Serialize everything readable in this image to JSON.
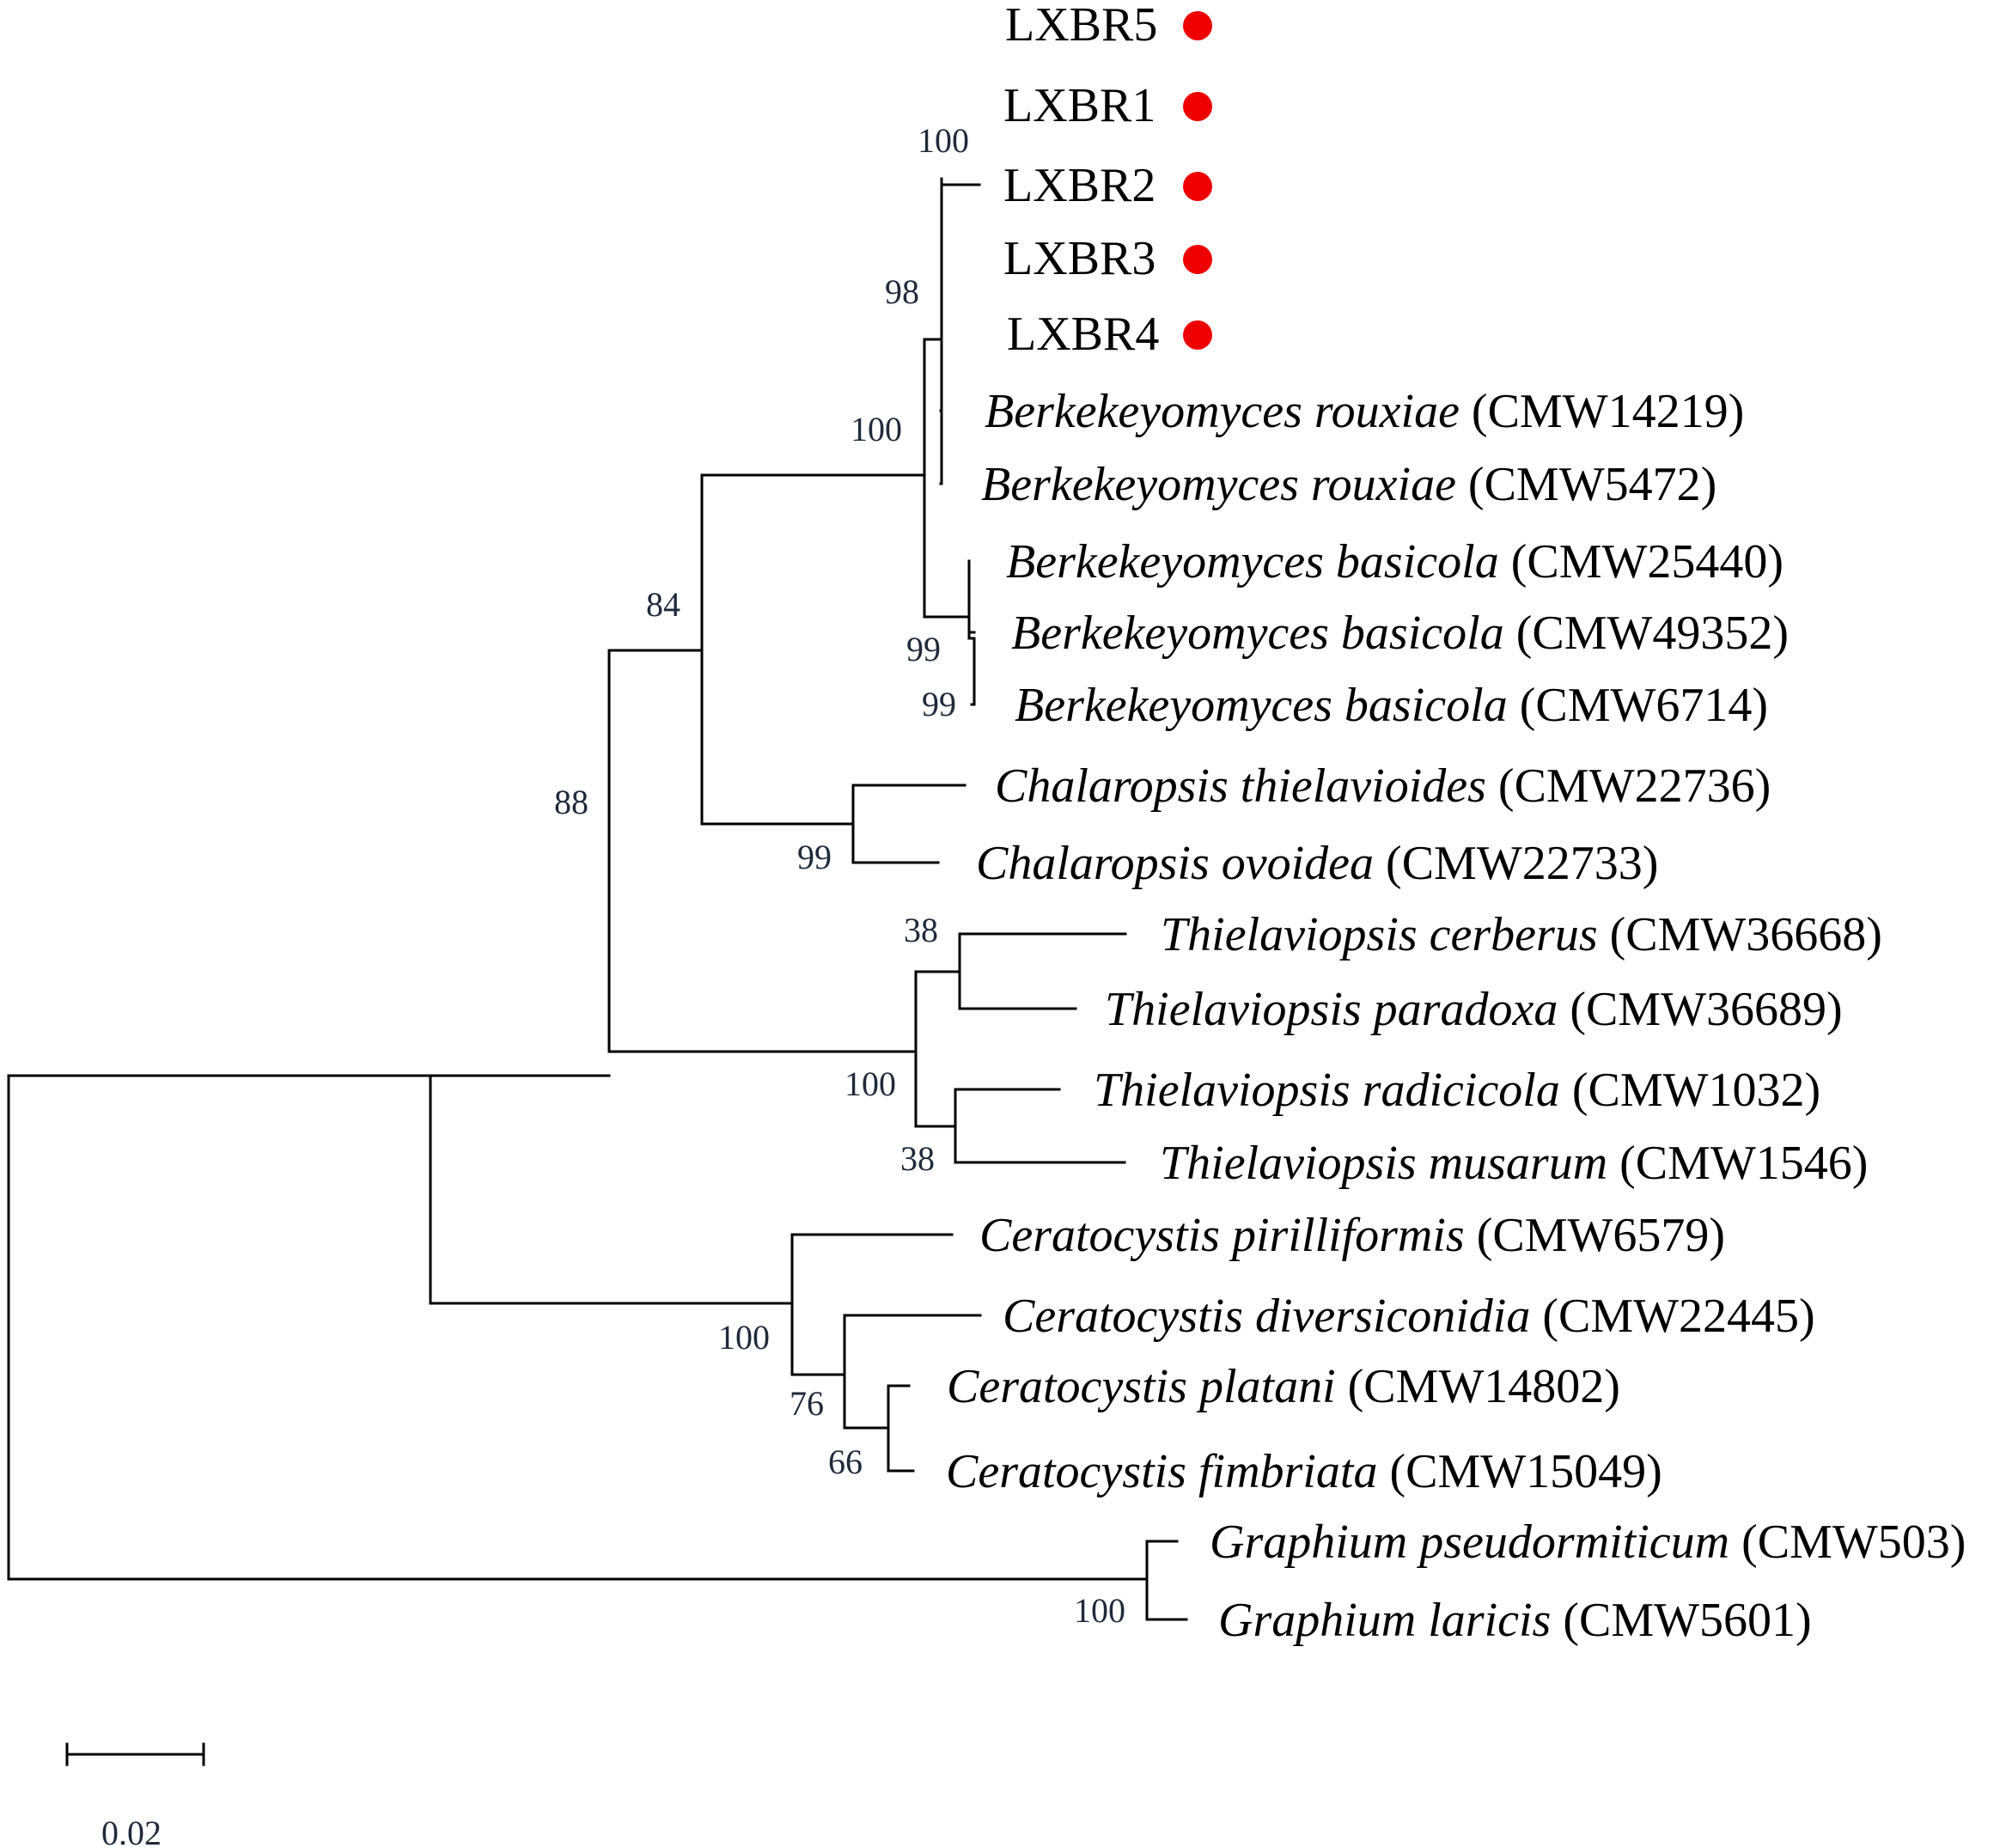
{
  "marker_color": "#ee0000",
  "line_color": "#000000",
  "tree": {
    "taxa": [
      {
        "id": "t1",
        "genus_species": "",
        "code": "LXBR5",
        "marked": true
      },
      {
        "id": "t2",
        "genus_species": "",
        "code": "LXBR1",
        "marked": true
      },
      {
        "id": "t3",
        "genus_species": "",
        "code": "LXBR2",
        "marked": true
      },
      {
        "id": "t4",
        "genus_species": "",
        "code": "LXBR3",
        "marked": true
      },
      {
        "id": "t5",
        "genus_species": "",
        "code": "LXBR4",
        "marked": true
      },
      {
        "id": "t6",
        "genus_species": "Berkekeyomyces rouxiae",
        "code": "(CMW14219)",
        "marked": false
      },
      {
        "id": "t7",
        "genus_species": "Berkekeyomyces rouxiae",
        "code": "(CMW5472)",
        "marked": false
      },
      {
        "id": "t8",
        "genus_species": "Berkekeyomyces basicola",
        "code": "(CMW25440)",
        "marked": false
      },
      {
        "id": "t9",
        "genus_species": "Berkekeyomyces basicola",
        "code": "(CMW49352)",
        "marked": false
      },
      {
        "id": "t10",
        "genus_species": "Berkekeyomyces basicola",
        "code": "(CMW6714)",
        "marked": false
      },
      {
        "id": "t11",
        "genus_species": "Chalaropsis thielavioides",
        "code": "(CMW22736)",
        "marked": false
      },
      {
        "id": "t12",
        "genus_species": "Chalaropsis ovoidea",
        "code": "(CMW22733)",
        "marked": false
      },
      {
        "id": "t13",
        "genus_species": "Thielaviopsis cerberus",
        "code": "(CMW36668)",
        "marked": false
      },
      {
        "id": "t14",
        "genus_species": "Thielaviopsis paradoxa",
        "code": "(CMW36689)",
        "marked": false
      },
      {
        "id": "t15",
        "genus_species": "Thielaviopsis radicicola",
        "code": "(CMW1032)",
        "marked": false
      },
      {
        "id": "t16",
        "genus_species": "Thielaviopsis musarum",
        "code": "(CMW1546)",
        "marked": false
      },
      {
        "id": "t17",
        "genus_species": "Ceratocystis pirilliformis",
        "code": "(CMW6579)",
        "marked": false
      },
      {
        "id": "t18",
        "genus_species": "Ceratocystis diversiconidia",
        "code": "(CMW22445)",
        "marked": false
      },
      {
        "id": "t19",
        "genus_species": "Ceratocystis platani",
        "code": "(CMW14802)",
        "marked": false
      },
      {
        "id": "t20",
        "genus_species": "Ceratocystis fimbriata",
        "code": "(CMW15049)",
        "marked": false
      },
      {
        "id": "t21",
        "genus_species": "Graphium pseudormiticum",
        "code": "(CMW503)",
        "marked": false
      },
      {
        "id": "t22",
        "genus_species": "Graphium laricis",
        "code": "(CMW5601)",
        "marked": false
      }
    ],
    "bootstrap_values": [
      "100",
      "98",
      "100",
      "84",
      "99",
      "99",
      "99",
      "88",
      "38",
      "100",
      "38",
      "100",
      "76",
      "66",
      "100"
    ],
    "scale_bar_label": "0.02"
  }
}
